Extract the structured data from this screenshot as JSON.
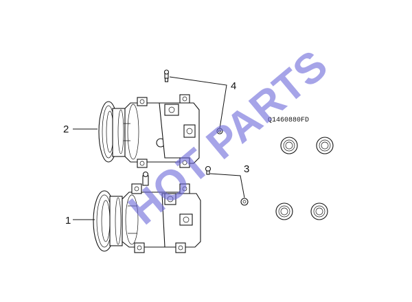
{
  "diagram": {
    "callouts": [
      "1",
      "2",
      "3",
      "4"
    ],
    "part_code": "Q1460880FD",
    "watermark": "HOT PARTS"
  }
}
